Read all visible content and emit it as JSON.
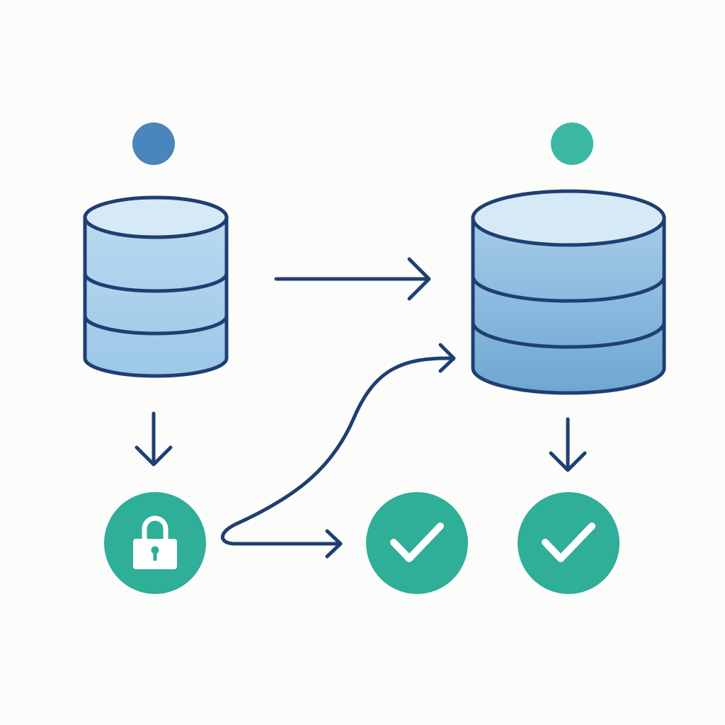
{
  "colors": {
    "background": "#FCFCFA",
    "stroke": "#1F3F73",
    "source_dot": "#4A86BC",
    "target_dot": "#3BB8A2",
    "status_circle": "#2FAE98",
    "db_top": "#D6E9F6",
    "db_source_body": "#A9D0EC",
    "db_target_body_light": "#A6CCE8",
    "db_target_body_dark": "#6FA6D2",
    "icon_fill": "#FFFFFF"
  },
  "diagram": {
    "nodes": [
      {
        "id": "source-status-dot",
        "shape": "dot",
        "color": "source_dot"
      },
      {
        "id": "target-status-dot",
        "shape": "dot",
        "color": "target_dot"
      },
      {
        "id": "source-database",
        "shape": "database-cylinder",
        "layers": 3
      },
      {
        "id": "target-database",
        "shape": "database-cylinder",
        "layers": 3
      },
      {
        "id": "encryption-step",
        "shape": "circle",
        "icon": "padlock-icon"
      },
      {
        "id": "verification-step",
        "shape": "circle",
        "icon": "checkmark-icon"
      },
      {
        "id": "target-verification",
        "shape": "circle",
        "icon": "checkmark-icon"
      }
    ],
    "edges": [
      {
        "from": "source-database",
        "to": "target-database",
        "style": "straight"
      },
      {
        "from": "source-database",
        "to": "encryption-step",
        "style": "straight"
      },
      {
        "from": "encryption-step",
        "to": "target-database",
        "style": "curved"
      },
      {
        "from": "encryption-step",
        "to": "verification-step",
        "style": "straight"
      },
      {
        "from": "target-database",
        "to": "target-verification",
        "style": "straight"
      }
    ]
  }
}
